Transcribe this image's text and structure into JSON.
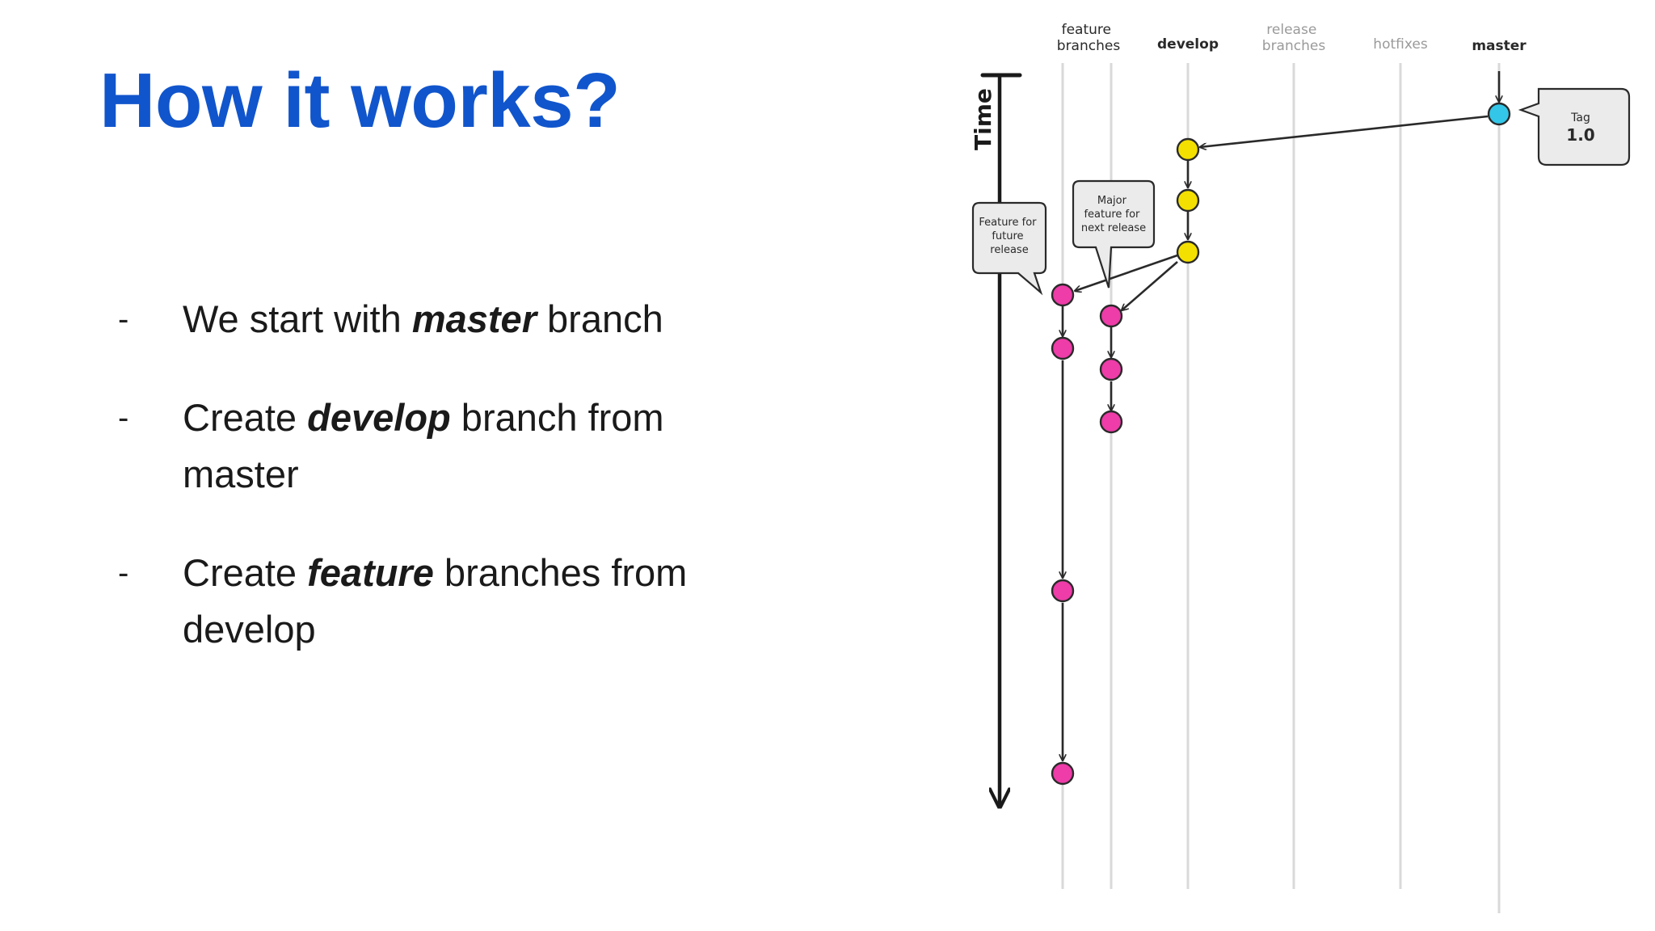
{
  "slide": {
    "title": "How it works?",
    "bullets": [
      {
        "marker": "-",
        "before": "We start with ",
        "keyword": "master",
        "after": " branch"
      },
      {
        "marker": "-",
        "before": "Create ",
        "keyword": "develop",
        "after": " branch from master"
      },
      {
        "marker": "-",
        "before": "Create ",
        "keyword": "feature",
        "after": " branches from develop"
      }
    ]
  },
  "diagram": {
    "axis_label": "Time",
    "columns": [
      {
        "id": "feature",
        "lines": [
          "feature",
          "branches"
        ],
        "bold": false,
        "muted": false
      },
      {
        "id": "develop",
        "lines": [
          "develop"
        ],
        "bold": true,
        "muted": false
      },
      {
        "id": "release",
        "lines": [
          "release",
          "branches"
        ],
        "bold": false,
        "muted": true
      },
      {
        "id": "hotfixes",
        "lines": [
          "hotfixes"
        ],
        "bold": false,
        "muted": true
      },
      {
        "id": "master",
        "lines": [
          "master"
        ],
        "bold": true,
        "muted": false
      }
    ],
    "callouts": {
      "tag": {
        "label": "Tag",
        "value": "1.0"
      },
      "feature_future": {
        "lines": [
          "Feature for",
          "future",
          "release"
        ]
      },
      "feature_major": {
        "lines": [
          "Major",
          "feature for",
          "next release"
        ]
      }
    },
    "colors": {
      "master_commit": "#33c6e8",
      "develop_commit": "#f4e000",
      "feature_commit": "#ee3ca8",
      "lane": "#d9d9d9",
      "ink": "#2a2a2a"
    }
  }
}
